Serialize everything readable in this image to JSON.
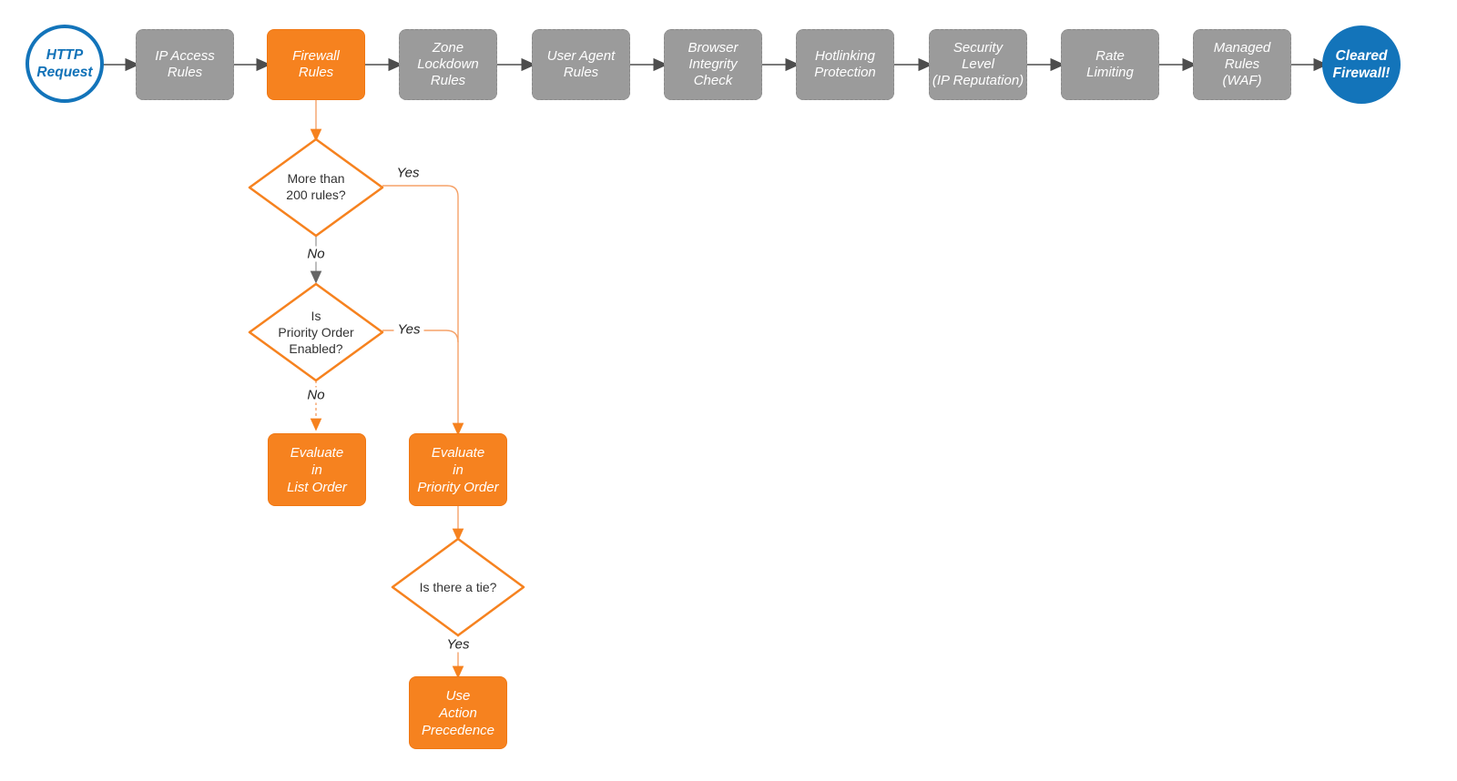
{
  "flow": {
    "start_node": {
      "label": "HTTP\nRequest"
    },
    "pipeline_stages": [
      {
        "label": "IP Access\nRules"
      },
      {
        "label": "Firewall\nRules"
      },
      {
        "label": "Zone\nLockdown\nRules"
      },
      {
        "label": "User Agent\nRules"
      },
      {
        "label": "Browser\nIntegrity\nCheck"
      },
      {
        "label": "Hotlinking\nProtection"
      },
      {
        "label": "Security\nLevel\n(IP Reputation)"
      },
      {
        "label": "Rate\nLimiting"
      },
      {
        "label": "Managed\nRules\n(WAF)"
      }
    ],
    "end_node": {
      "label": "Cleared\nFirewall!"
    },
    "decisions": [
      {
        "label": "More than\n200 rules?"
      },
      {
        "label": "Is\nPriority Order\nEnabled?"
      },
      {
        "label": "Is there a tie?"
      }
    ],
    "action_nodes": [
      {
        "label": "Evaluate\nin\nList Order"
      },
      {
        "label": "Evaluate\nin\nPriority Order"
      },
      {
        "label": "Use\nAction\nPrecedence"
      }
    ],
    "edge_labels": [
      {
        "label": "Yes"
      },
      {
        "label": "No"
      },
      {
        "label": "Yes"
      },
      {
        "label": "No"
      },
      {
        "label": "Yes"
      }
    ],
    "colors": {
      "orange": "#F6821F",
      "gray": "#9B9B9B",
      "blue": "#1374BA",
      "connector_dark": "#4D4D4D",
      "connector_orange_light": "#F5A269",
      "connector_gray": "#A3A3A3"
    }
  }
}
